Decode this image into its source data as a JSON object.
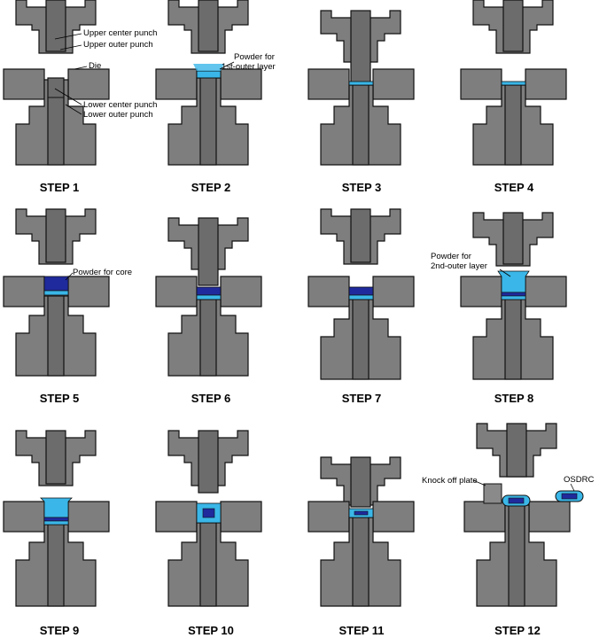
{
  "steps": [
    {
      "label": "STEP 1"
    },
    {
      "label": "STEP 2"
    },
    {
      "label": "STEP 3"
    },
    {
      "label": "STEP 4"
    },
    {
      "label": "STEP 5"
    },
    {
      "label": "STEP 6"
    },
    {
      "label": "STEP 7"
    },
    {
      "label": "STEP 8"
    },
    {
      "label": "STEP 9"
    },
    {
      "label": "STEP 10"
    },
    {
      "label": "STEP 11"
    },
    {
      "label": "STEP 12"
    }
  ],
  "annotations": {
    "upper_center_punch": "Upper center punch",
    "upper_outer_punch": "Upper outer punch",
    "die": "Die",
    "lower_center_punch": "Lower center punch",
    "lower_outer_punch": "Lower outer punch",
    "powder_outer_1_line1": "Powder for",
    "powder_outer_1_line2": "1st-outer layer",
    "powder_core": "Powder for core",
    "powder_outer_2_line1": "Powder for",
    "powder_outer_2_line2": "2nd-outer layer",
    "knock_off_plate": "Knock off plate",
    "osdrc": "OSDRC"
  },
  "colors": {
    "metal": "#7e7e7e",
    "outline": "#111111",
    "powder_outer": "#3ab7e8",
    "powder_core": "#1f2a9c",
    "background": "#ffffff"
  }
}
